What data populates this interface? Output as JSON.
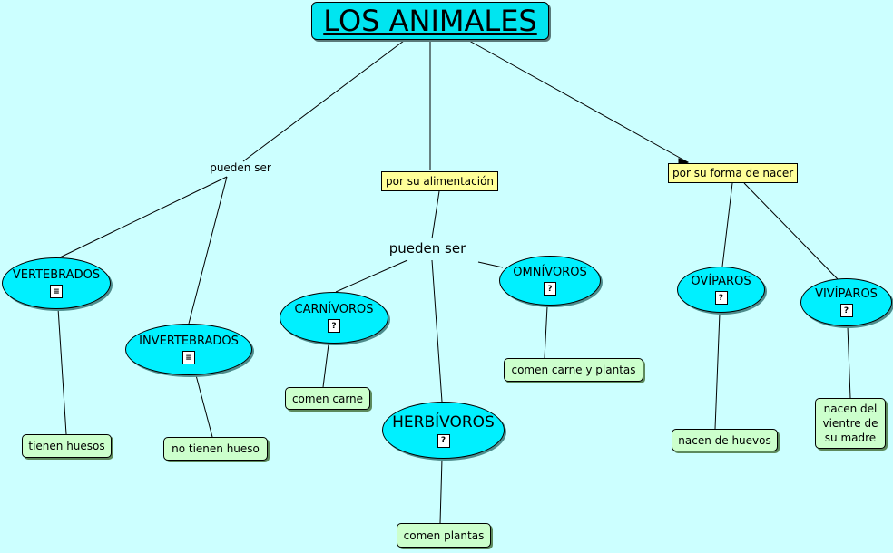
{
  "title": "LOS ANIMALES",
  "linking_phrases": {
    "pueden_ser_1": "pueden ser",
    "por_alimentacion": "por su alimentación",
    "por_forma_nacer": "por su forma de nacer",
    "pueden_ser_2": "pueden ser"
  },
  "concepts": {
    "vertebrados": "VERTEBRADOS",
    "invertebrados": "INVERTEBRADOS",
    "carnivoros": "CARNÍVOROS",
    "herbivoros": "HERBÍVOROS",
    "omnivoros": "OMNÍVOROS",
    "oviparos": "OVÍPAROS",
    "viviparos": "VIVÍPAROS"
  },
  "descriptions": {
    "vertebrados": "tienen huesos",
    "invertebrados": "no tienen hueso",
    "carnivoros": "comen carne",
    "herbivoros": "comen plantas",
    "omnivoros": "comen carne y plantas",
    "oviparos": "nacen de huevos",
    "viviparos": "nacen del vientre de su madre"
  },
  "icons": {
    "note": "document-icon",
    "unknown": "question-document-icon"
  },
  "colors": {
    "background": "#ccffff",
    "concept": "#00f0ff",
    "description": "#ccffcc",
    "linking": "#ffff99"
  }
}
